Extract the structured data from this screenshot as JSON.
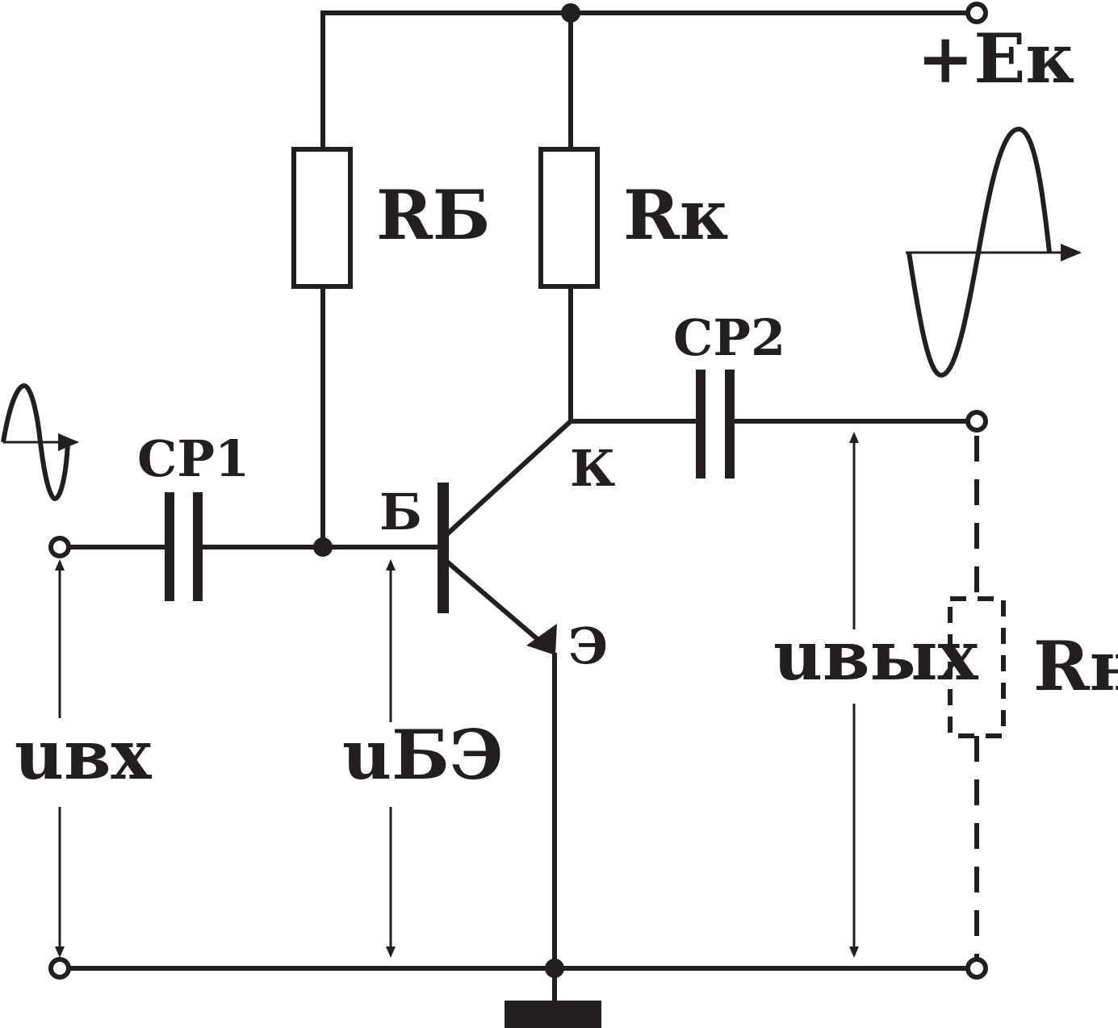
{
  "labels": {
    "supply": "+Eк",
    "rb": "RБ",
    "rk": "Rк",
    "cp1": "CP1",
    "cp2": "CP2",
    "base": "Б",
    "collector": "К",
    "emitter": "Э",
    "u_in": "uвх",
    "u_be": "uБЭ",
    "u_out": "uвых",
    "rn": "Rн"
  }
}
